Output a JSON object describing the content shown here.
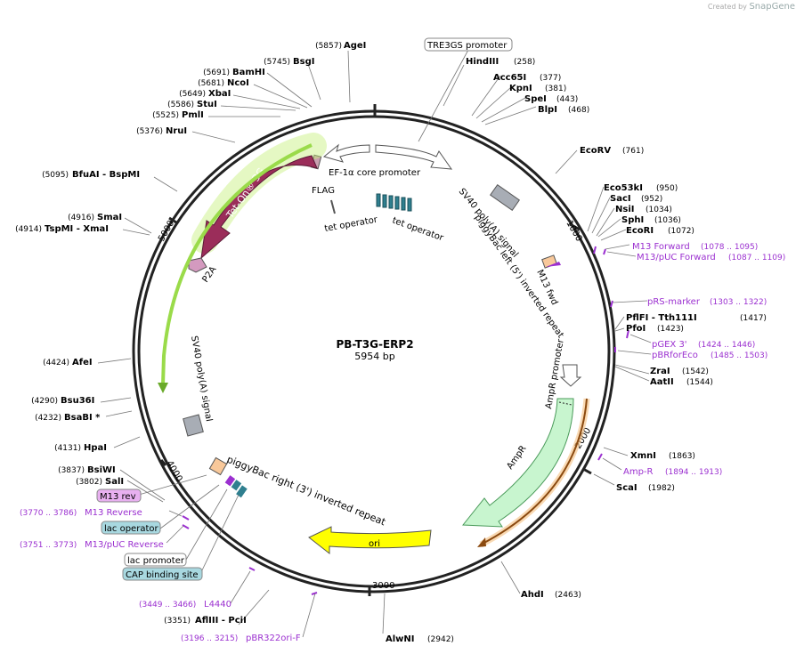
{
  "branding": {
    "prefix": "Created by",
    "name": "SnapGene"
  },
  "plasmid": {
    "name": "PB-T3G-ERP2",
    "length": "5954 bp"
  },
  "ticks": [
    "1000",
    "2000",
    "3000",
    "4000",
    "5000"
  ],
  "features": {
    "ef1a": "EF-1α core promoter",
    "flag": "FLAG",
    "teton": "Tet-On® 3G",
    "p2a": "P2A",
    "tetop1": "tet operator",
    "tetop2": "tet operator",
    "sv40a": "SV40 poly(A) signal",
    "pbl": "piggyBac left (5') inverted repeat",
    "m13fwd": "M13 fwd",
    "amppro": "AmpR promoter",
    "ampr": "AmpR",
    "ori": "ori",
    "pbr": "piggyBac right (3') inverted repeat",
    "sv40b": "SV40 poly(A) signal"
  },
  "boxed": {
    "tre3gs": "TRE3GS promoter",
    "m13rev": "M13 rev",
    "lacop": "lac operator",
    "lacpro": "lac promoter",
    "cap": "CAP binding site"
  },
  "sites": [
    {
      "n": "AgeI",
      "p": "(5857)"
    },
    {
      "n": "BsgI",
      "p": "(5745)"
    },
    {
      "n": "BamHI",
      "p": "(5691)"
    },
    {
      "n": "NcoI",
      "p": "(5681)"
    },
    {
      "n": "XbaI",
      "p": "(5649)"
    },
    {
      "n": "StuI",
      "p": "(5586)"
    },
    {
      "n": "PmlI",
      "p": "(5525)"
    },
    {
      "n": "NruI",
      "p": "(5376)"
    },
    {
      "n": "BfuAI  - BspMI",
      "p": "(5095)"
    },
    {
      "n": "SmaI",
      "p": "(4916)"
    },
    {
      "n": "TspMI  - XmaI",
      "p": "(4914)"
    },
    {
      "n": "AfeI",
      "p": "(4424)"
    },
    {
      "n": "Bsu36I",
      "p": "(4290)"
    },
    {
      "n": "BsaBI *",
      "p": "(4232)"
    },
    {
      "n": "HpaI",
      "p": "(4131)"
    },
    {
      "n": "BsiWI",
      "p": "(3837)"
    },
    {
      "n": "SalI",
      "p": "(3802)"
    },
    {
      "n": "AflIII  - PciI",
      "p": "(3351)"
    },
    {
      "n": "AlwNI",
      "p": "(2942)"
    },
    {
      "n": "AhdI",
      "p": "(2463)"
    },
    {
      "n": "ScaI",
      "p": "(1982)"
    },
    {
      "n": "XmnI",
      "p": "(1863)"
    },
    {
      "n": "AatII",
      "p": "(1544)"
    },
    {
      "n": "ZraI",
      "p": "(1542)"
    },
    {
      "n": "PfoI",
      "p": "(1423)"
    },
    {
      "n": "PflFI  - Tth111I",
      "p": "(1417)"
    },
    {
      "n": "EcoRI",
      "p": "(1072)"
    },
    {
      "n": "SphI",
      "p": "(1036)"
    },
    {
      "n": "NsiI",
      "p": "(1034)"
    },
    {
      "n": "SacI",
      "p": "(952)"
    },
    {
      "n": "Eco53kI",
      "p": "(950)"
    },
    {
      "n": "EcoRV",
      "p": "(761)"
    },
    {
      "n": "BlpI",
      "p": "(468)"
    },
    {
      "n": "SpeI",
      "p": "(443)"
    },
    {
      "n": "KpnI",
      "p": "(381)"
    },
    {
      "n": "Acc65I",
      "p": "(377)"
    },
    {
      "n": "HindIII",
      "p": "(258)"
    }
  ],
  "primers": [
    {
      "n": "M13 Forward",
      "p": "(1078 .. 1095)"
    },
    {
      "n": "M13/pUC Forward",
      "p": "(1087 .. 1109)"
    },
    {
      "n": "pRS-marker",
      "p": "(1303 .. 1322)"
    },
    {
      "n": "pGEX 3'",
      "p": "(1424 .. 1446)"
    },
    {
      "n": "pBRforEco",
      "p": "(1485 .. 1503)"
    },
    {
      "n": "Amp-R",
      "p": "(1894 .. 1913)"
    },
    {
      "n": "M13 Reverse",
      "p": "(3770 .. 3786)"
    },
    {
      "n": "M13/pUC Reverse",
      "p": "(3751 .. 3773)"
    },
    {
      "n": "L4440",
      "p": "(3449 .. 3466)"
    },
    {
      "n": "pBR322ori-F",
      "p": "(3196 .. 3215)"
    }
  ],
  "colors": {
    "backbone": "#222222",
    "teton": "#9b2d5a",
    "ampr": "#c8f5cf",
    "ori": "#ffff00",
    "primer": "#9b30d0",
    "tet": "#2f7f8f",
    "promoter": "#ffffff"
  }
}
